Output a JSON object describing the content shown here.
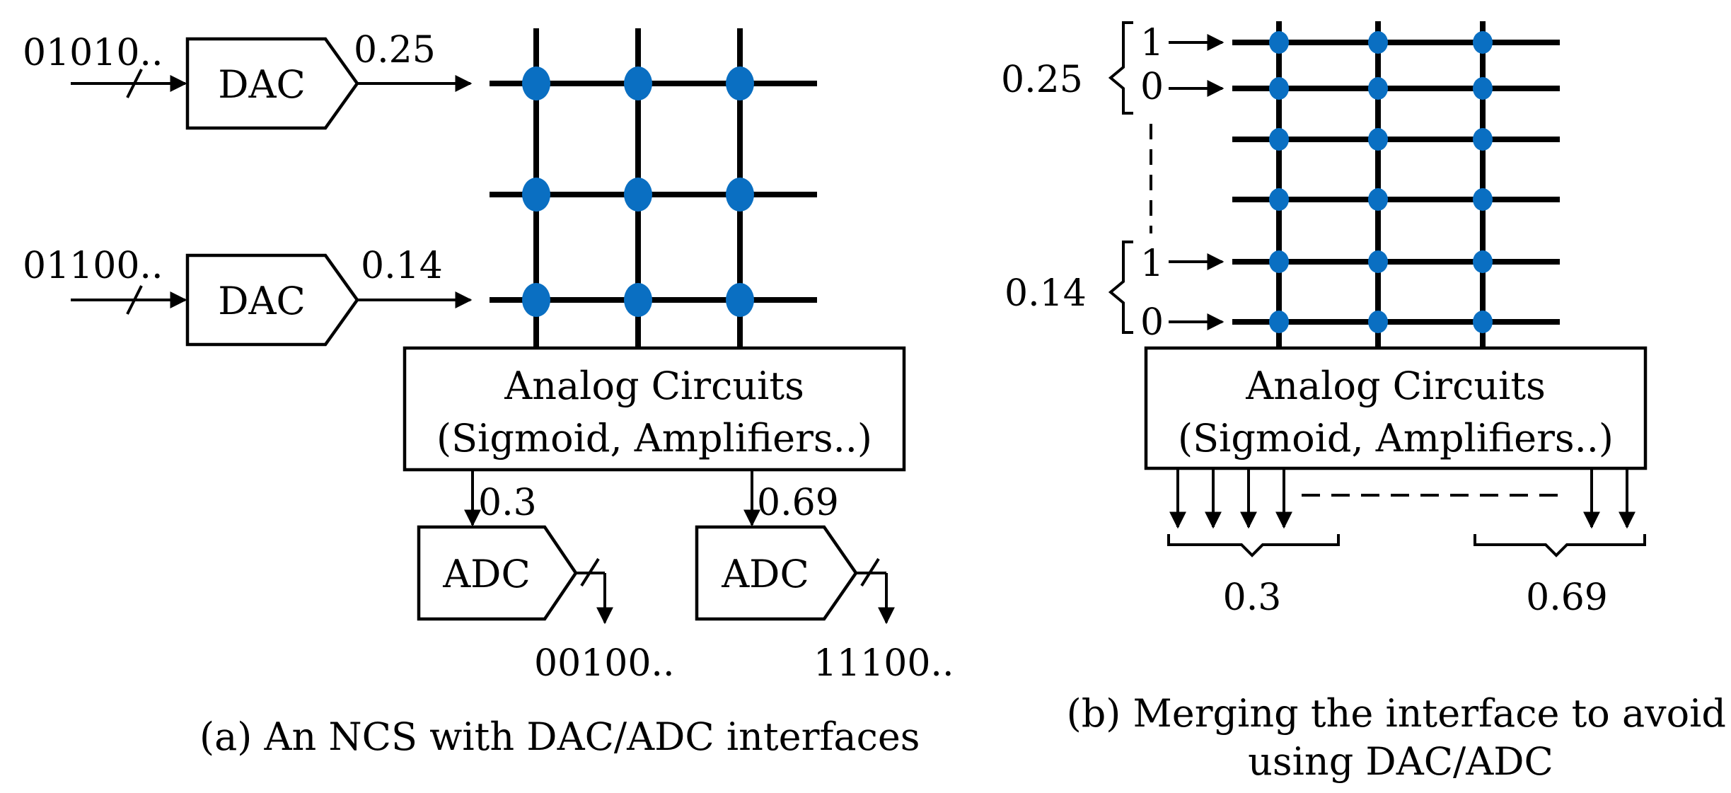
{
  "panel_a": {
    "inputs": [
      {
        "bits": "01010..",
        "analog": "0.25"
      },
      {
        "bits": "01100..",
        "analog": "0.14"
      }
    ],
    "dac_label": "DAC",
    "analog_box": {
      "line1": "Analog Circuits",
      "line2": "(Sigmoid, Amplifiers..)"
    },
    "outputs": [
      {
        "analog": "0.3",
        "bits": "00100.."
      },
      {
        "analog": "0.69",
        "bits": "11100.."
      }
    ],
    "adc_label": "ADC",
    "caption": "(a) An NCS with DAC/ADC interfaces"
  },
  "panel_b": {
    "groups": [
      {
        "value": "0.25",
        "bits": [
          "1",
          "0"
        ]
      },
      {
        "value": "0.14",
        "bits": [
          "1",
          "0"
        ]
      }
    ],
    "analog_box": {
      "line1": "Analog Circuits",
      "line2": "(Sigmoid, Amplifiers..)"
    },
    "outputs": [
      "0.3",
      "0.69"
    ],
    "caption_line1": "(b) Merging the interface to avoid",
    "caption_line2": "using DAC/ADC"
  },
  "colors": {
    "crosspoint": "#0a6fc2",
    "line": "#000000"
  }
}
